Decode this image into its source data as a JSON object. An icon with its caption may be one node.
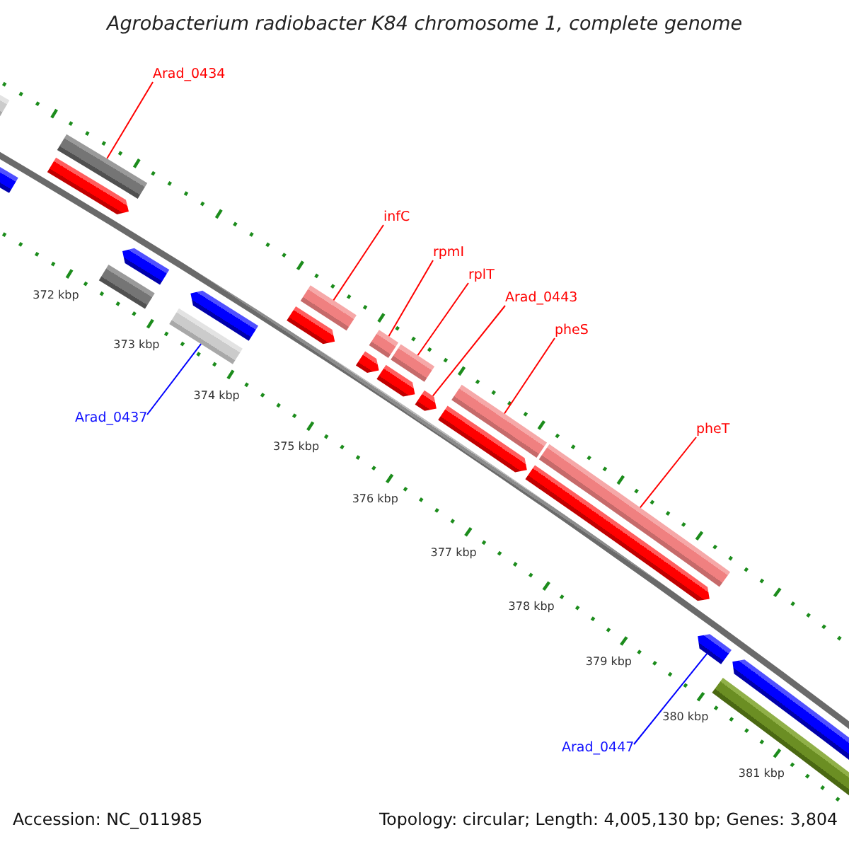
{
  "diagram": {
    "title": "Agrobacterium radiobacter K84 chromosome 1, complete genome",
    "nodes": [
      {
        "text": [
          "Arad_0434"
        ]
      },
      {
        "text": [
          "infC"
        ]
      },
      {
        "text": [
          "rpmI"
        ]
      },
      {
        "text": [
          "rplT"
        ]
      },
      {
        "text": [
          "Arad_0443"
        ]
      },
      {
        "text": [
          "pheS"
        ]
      },
      {
        "text": [
          "pheT"
        ]
      },
      {
        "text": [
          "Arad_0437"
        ]
      },
      {
        "text": [
          "Arad_0447"
        ]
      },
      {
        "text": [],
        "shape": "bar"
      },
      {
        "text": [],
        "shape": "bar"
      },
      {
        "text": [],
        "shape": "pentagon"
      },
      {
        "text": [],
        "shape": "bar"
      },
      {
        "text": [],
        "shape": "bar"
      },
      {
        "text": [],
        "shape": "pentagon"
      },
      {
        "text": [],
        "shape": "bar"
      },
      {
        "text": [],
        "shape": "pentagon"
      },
      {
        "text": [],
        "shape": "pentagon"
      },
      {
        "text": [],
        "shape": "bar"
      },
      {
        "text": [],
        "shape": "pentagon"
      },
      {
        "text": [],
        "shape": "bar"
      },
      {
        "text": [],
        "shape": "pentagon"
      },
      {
        "text": [],
        "shape": "bar"
      },
      {
        "text": [],
        "shape": "pentagon"
      },
      {
        "text": [],
        "shape": "pentagon"
      },
      {
        "text": [],
        "shape": "bar"
      },
      {
        "text": [],
        "shape": "pentagon"
      },
      {
        "text": [],
        "shape": "bar"
      },
      {
        "text": [],
        "shape": "pentagon"
      },
      {
        "text": [],
        "shape": "bar"
      },
      {
        "text": [],
        "shape": "pentagon"
      }
    ],
    "edges": [
      {
        "from": 0,
        "to": 12,
        "arrow": "none"
      },
      {
        "from": 1,
        "to": 18,
        "arrow": "none"
      },
      {
        "from": 2,
        "to": 20,
        "arrow": "none"
      },
      {
        "from": 3,
        "to": 22,
        "arrow": "none"
      },
      {
        "from": 4,
        "to": 23,
        "arrow": "none"
      },
      {
        "from": 5,
        "to": 25,
        "arrow": "none"
      },
      {
        "from": 6,
        "to": 27,
        "arrow": "none"
      },
      {
        "from": 7,
        "to": 15,
        "arrow": "none",
        "color": "#0000ff"
      },
      {
        "from": 8,
        "to": 28,
        "arrow": "none",
        "color": "#0000ff"
      }
    ],
    "labels": [
      "372 kbp",
      "373 kbp",
      "374 kbp",
      "375 kbp",
      "376 kbp",
      "377 kbp",
      "378 kbp",
      "379 kbp",
      "380 kbp",
      "381 kbp",
      "Accession: NC_011985",
      "Topology: circular; Length: 4,005,130 bp; Genes: 3,804"
    ]
  }
}
